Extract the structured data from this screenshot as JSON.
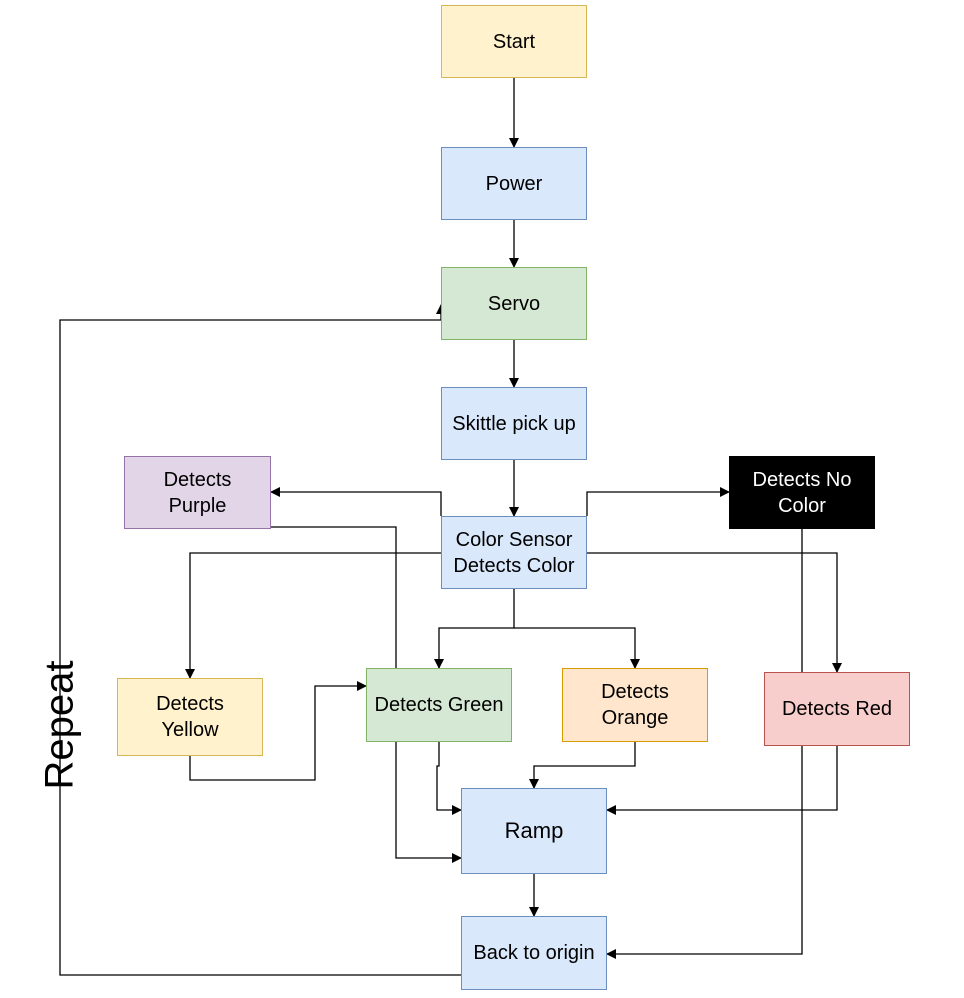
{
  "nodes": {
    "start": {
      "label": "Start",
      "fill": "#fff2cc",
      "stroke": "#d6b656"
    },
    "power": {
      "label": "Power",
      "fill": "#dae8fc",
      "stroke": "#6c8ebf"
    },
    "servo": {
      "label": "Servo",
      "fill": "#d5e8d4",
      "stroke": "#82b366"
    },
    "skittle": {
      "label": "Skittle pick up",
      "fill": "#dae8fc",
      "stroke": "#6c8ebf"
    },
    "sensor": {
      "label": "Color Sensor\nDetects Color",
      "fill": "#dae8fc",
      "stroke": "#6c8ebf"
    },
    "purple": {
      "label": "Detects\nPurple",
      "fill": "#e1d5e7",
      "stroke": "#9673a6"
    },
    "nocolor": {
      "label": "Detects No\nColor",
      "fill": "#000000",
      "stroke": "#000000",
      "text": "#ffffff"
    },
    "yellow": {
      "label": "Detects\nYellow",
      "fill": "#fff2cc",
      "stroke": "#d6b656"
    },
    "green": {
      "label": "Detects Green",
      "fill": "#d5e8d4",
      "stroke": "#82b366"
    },
    "orange": {
      "label": "Detects\nOrange",
      "fill": "#ffe6cc",
      "stroke": "#d79b00"
    },
    "red": {
      "label": "Detects Red",
      "fill": "#f8cecc",
      "stroke": "#b85450"
    },
    "ramp": {
      "label": "Ramp",
      "fill": "#dae8fc",
      "stroke": "#6c8ebf"
    },
    "origin": {
      "label": "Back to origin",
      "fill": "#dae8fc",
      "stroke": "#6c8ebf"
    }
  },
  "loop_label": "Repeat"
}
